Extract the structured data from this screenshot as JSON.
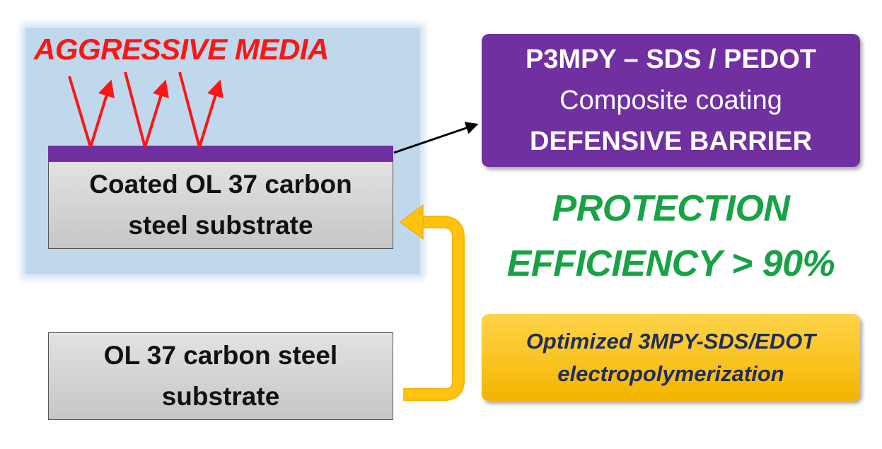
{
  "media": {
    "label": "AGGRESSIVE MEDIA"
  },
  "coated_substrate": {
    "label": "Coated OL 37 carbon\nsteel substrate"
  },
  "bare_substrate": {
    "label": "OL 37 carbon steel\nsubstrate"
  },
  "coating": {
    "title": "P3MPY – SDS / PEDOT",
    "subtitle": "Composite coating",
    "role": "DEFENSIVE BARRIER"
  },
  "efficiency": {
    "line1": "PROTECTION",
    "line2": "EFFICIENCY > 90%"
  },
  "process": {
    "line1": "Optimized 3MPY-SDS/EDOT",
    "line2": "electropolymerization"
  },
  "colors": {
    "coating_purple": "#7030a0",
    "media_red": "#ff1414",
    "efficiency_green": "#17a345",
    "process_yellow": "#f3b400",
    "panel_blue": "#bfd8ec"
  }
}
